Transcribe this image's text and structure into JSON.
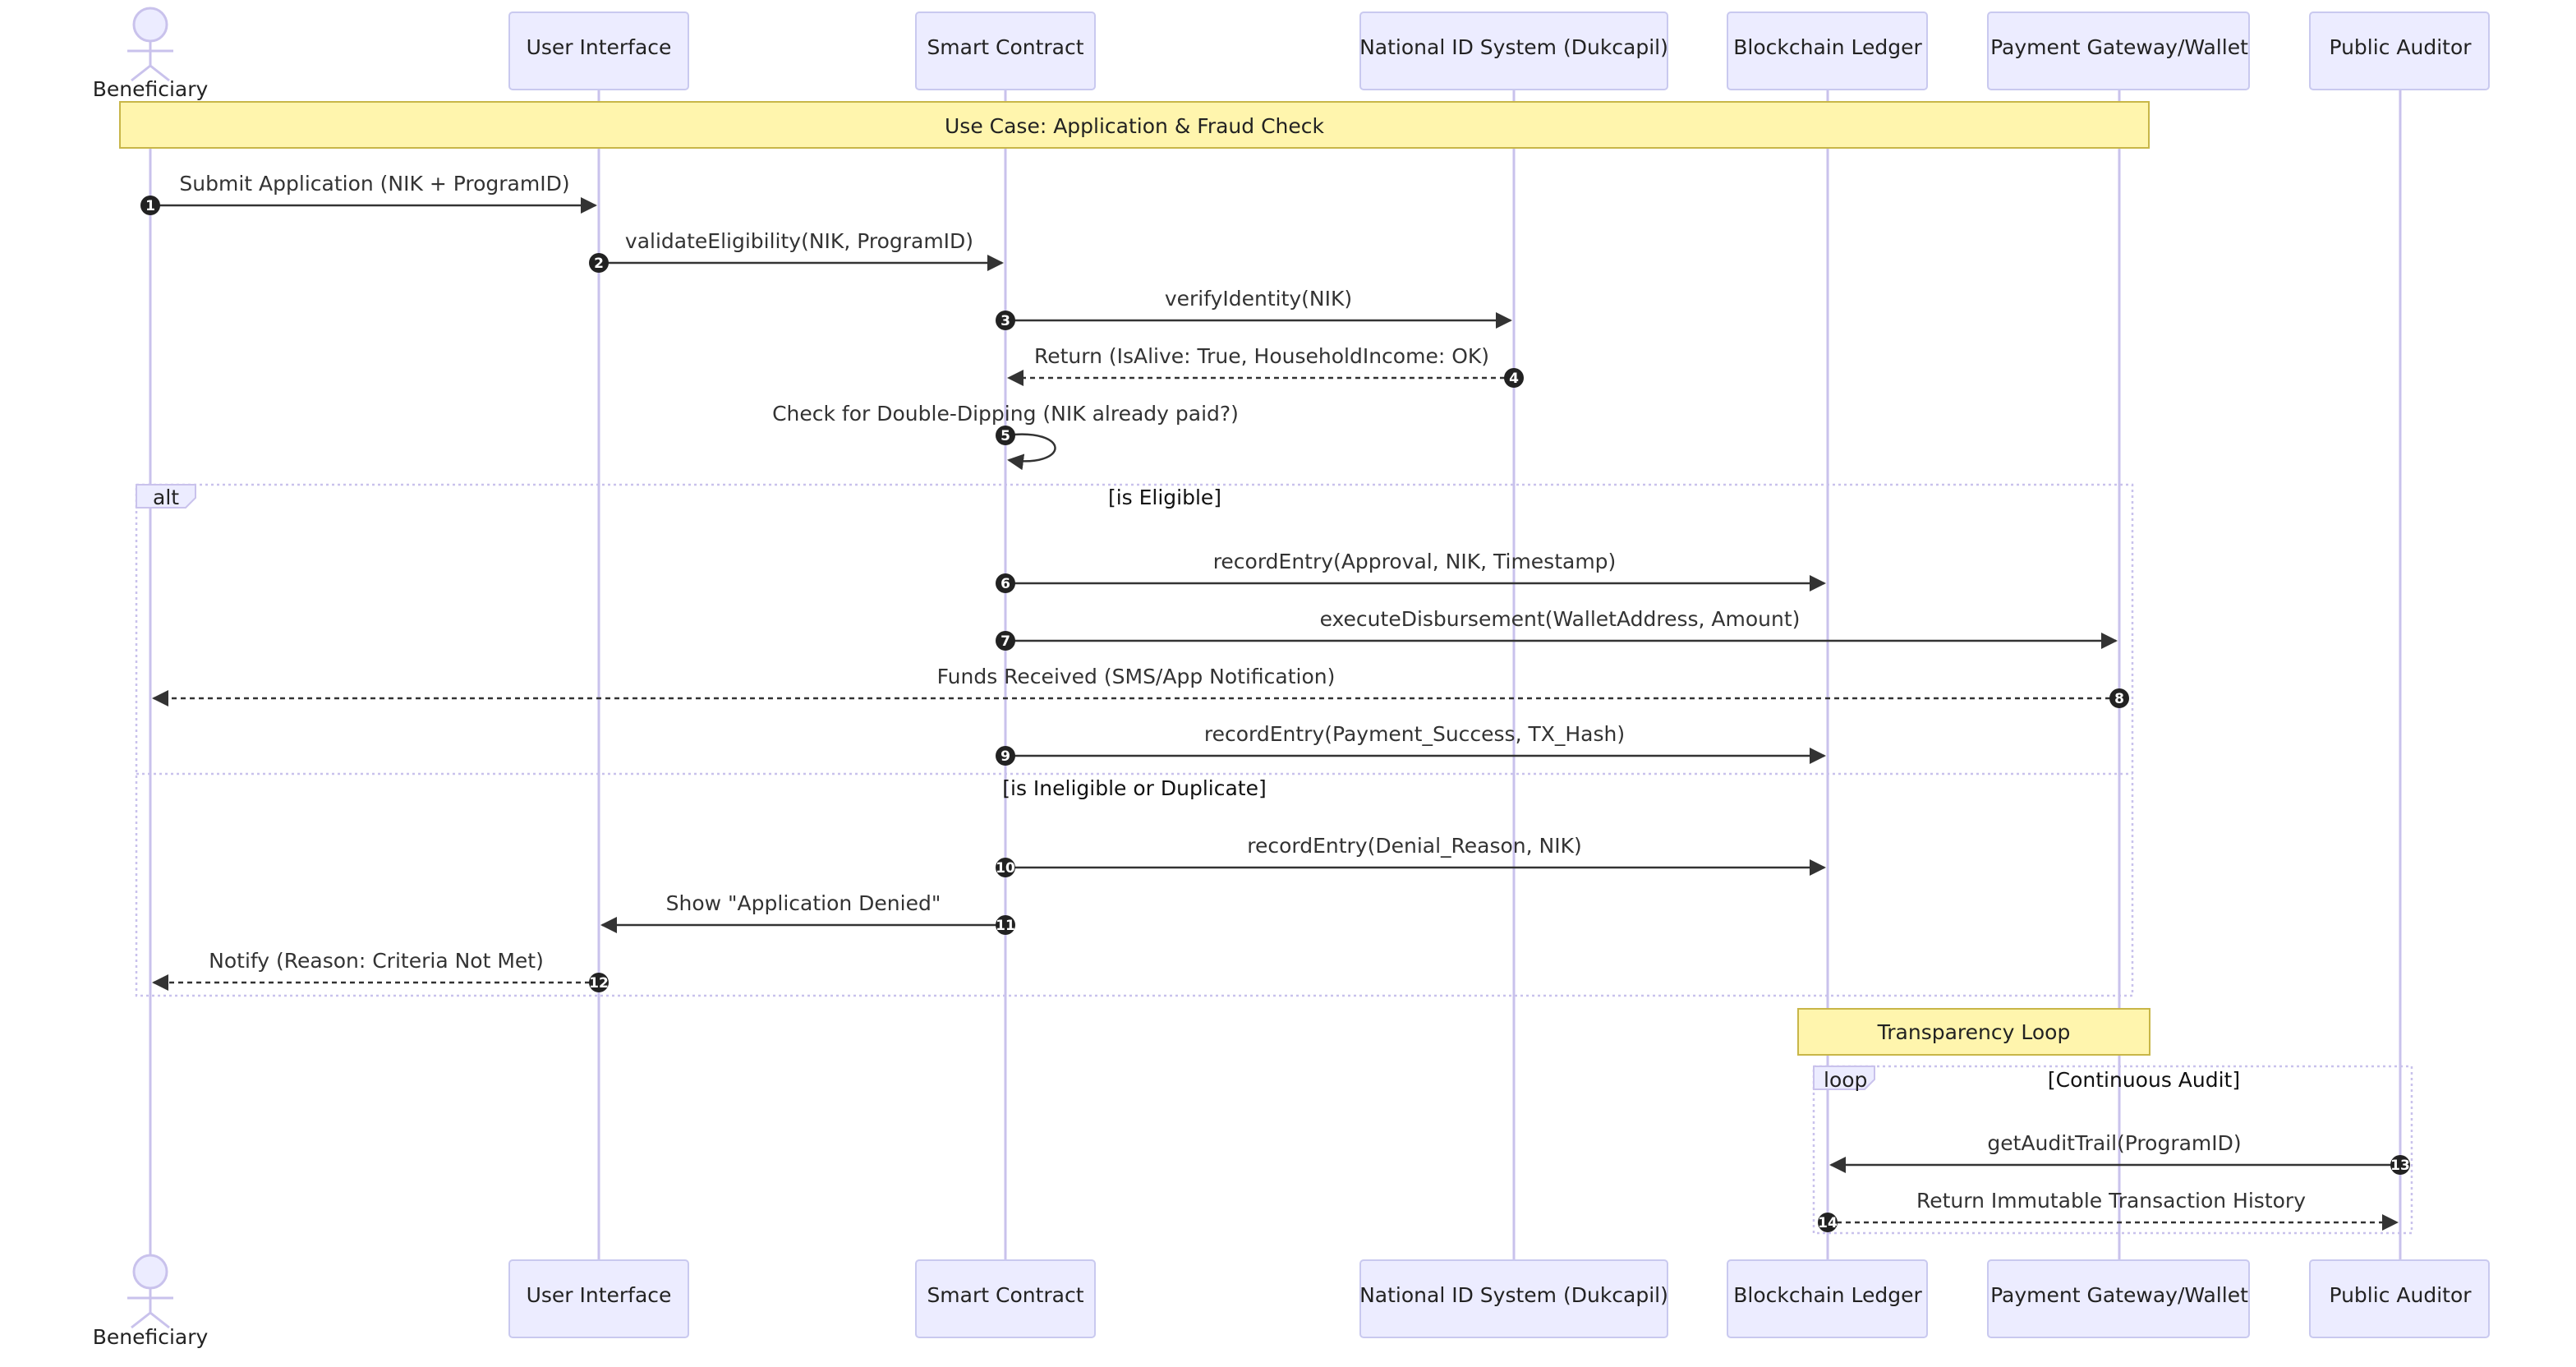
{
  "participants": [
    {
      "id": "beneficiary",
      "label": "Beneficiary",
      "kind": "actor"
    },
    {
      "id": "ui",
      "label": "User Interface",
      "kind": "box"
    },
    {
      "id": "sc",
      "label": "Smart Contract",
      "kind": "box"
    },
    {
      "id": "nid",
      "label": "National ID System (Dukcapil)",
      "kind": "box"
    },
    {
      "id": "bl",
      "label": "Blockchain Ledger",
      "kind": "box"
    },
    {
      "id": "pg",
      "label": "Payment Gateway/Wallet",
      "kind": "box"
    },
    {
      "id": "pa",
      "label": "Public Auditor",
      "kind": "box"
    }
  ],
  "notes": [
    {
      "text": "Use Case: Application & Fraud Check",
      "from": "beneficiary",
      "to": "pg"
    },
    {
      "text": "Transparency Loop",
      "from": "bl",
      "to": "pg"
    }
  ],
  "messages": [
    {
      "n": "1",
      "from": "beneficiary",
      "to": "ui",
      "text": "Submit Application (NIK + ProgramID)",
      "dashed": false
    },
    {
      "n": "2",
      "from": "ui",
      "to": "sc",
      "text": "validateEligibility(NIK, ProgramID)",
      "dashed": false
    },
    {
      "n": "3",
      "from": "sc",
      "to": "nid",
      "text": "verifyIdentity(NIK)",
      "dashed": false
    },
    {
      "n": "4",
      "from": "nid",
      "to": "sc",
      "text": "Return (IsAlive: True, HouseholdIncome: OK)",
      "dashed": true
    },
    {
      "n": "5",
      "from": "sc",
      "to": "sc",
      "text": "Check for Double-Dipping (NIK already paid?)",
      "dashed": false
    },
    {
      "n": "6",
      "from": "sc",
      "to": "bl",
      "text": "recordEntry(Approval, NIK, Timestamp)",
      "dashed": false
    },
    {
      "n": "7",
      "from": "sc",
      "to": "pg",
      "text": "executeDisbursement(WalletAddress, Amount)",
      "dashed": false
    },
    {
      "n": "8",
      "from": "pg",
      "to": "beneficiary",
      "text": "Funds Received (SMS/App Notification)",
      "dashed": true
    },
    {
      "n": "9",
      "from": "sc",
      "to": "bl",
      "text": "recordEntry(Payment_Success, TX_Hash)",
      "dashed": false
    },
    {
      "n": "10",
      "from": "sc",
      "to": "bl",
      "text": "recordEntry(Denial_Reason, NIK)",
      "dashed": false
    },
    {
      "n": "11",
      "from": "sc",
      "to": "ui",
      "text": "Show \"Application Denied\"",
      "dashed": false
    },
    {
      "n": "12",
      "from": "ui",
      "to": "beneficiary",
      "text": "Notify (Reason: Criteria Not Met)",
      "dashed": true
    },
    {
      "n": "13",
      "from": "pa",
      "to": "bl",
      "text": "getAuditTrail(ProgramID)",
      "dashed": false
    },
    {
      "n": "14",
      "from": "bl",
      "to": "pa",
      "text": "Return Immutable Transaction History",
      "dashed": true
    }
  ],
  "frames": [
    {
      "keyword": "alt",
      "condition": "[is Eligible]",
      "else_condition": "[is Ineligible or Duplicate]"
    },
    {
      "keyword": "loop",
      "condition": "[Continuous Audit]"
    }
  ]
}
